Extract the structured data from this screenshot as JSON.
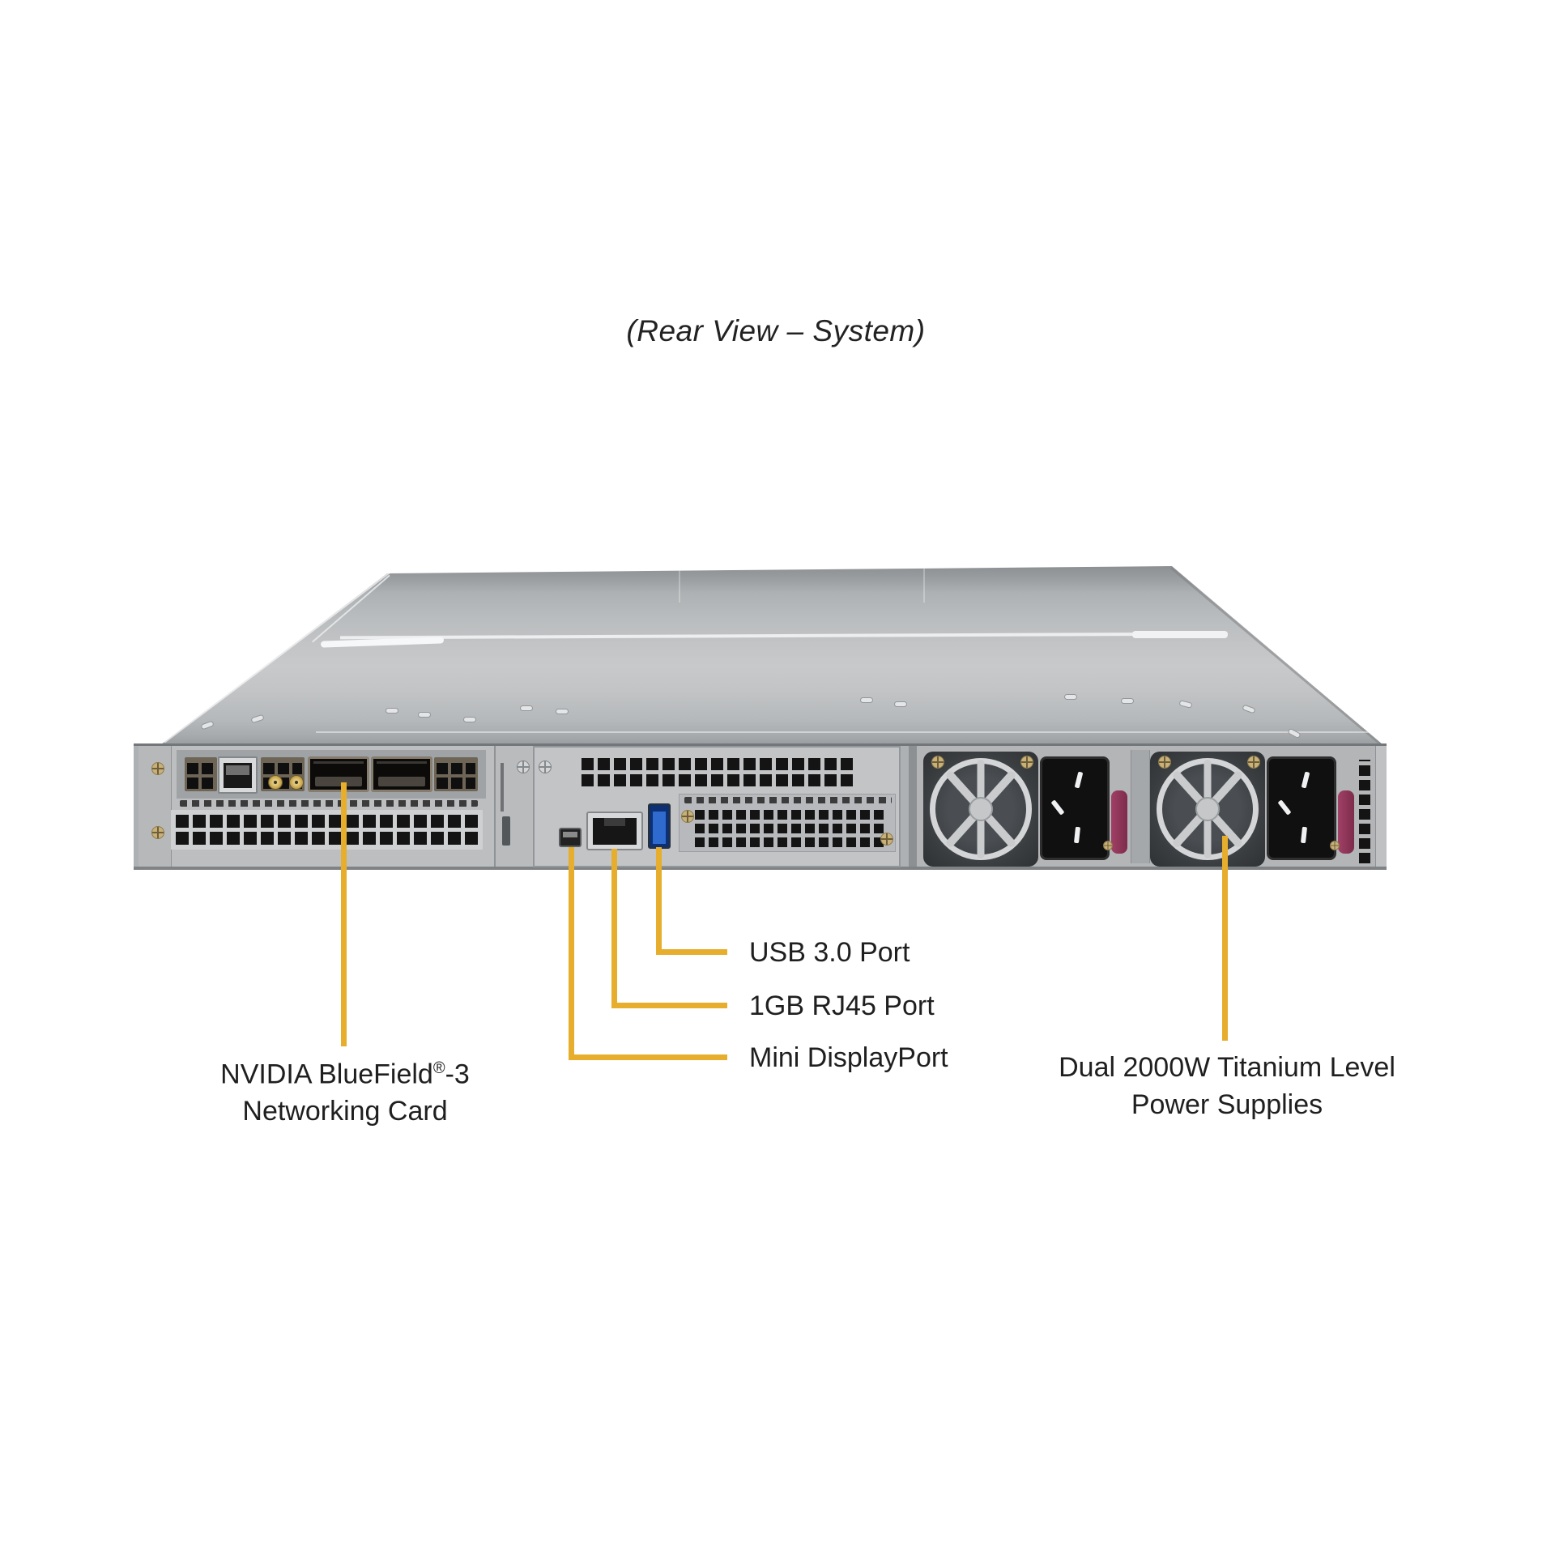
{
  "title": "(Rear View – System)",
  "colors": {
    "accent": "#E6AE2C",
    "chassis_light": "#C6C8CA",
    "chassis_dark": "#8D9092",
    "panel": "#AEB1B3",
    "usb_blue": "#2F6BCE",
    "psu_handle": "#8E3355",
    "text": "#1F1F1F"
  },
  "annotations": {
    "networking_card": {
      "line1_pre": "NVIDIA BlueField",
      "sup": "®",
      "line1_post": "-3",
      "line2": "Networking Card"
    },
    "usb": {
      "label": "USB 3.0 Port"
    },
    "rj45": {
      "label": "1GB RJ45 Port"
    },
    "mini_dp": {
      "label": "Mini DisplayPort"
    },
    "psu": {
      "line1": "Dual 2000W Titanium Level",
      "line2": "Power Supplies"
    }
  }
}
